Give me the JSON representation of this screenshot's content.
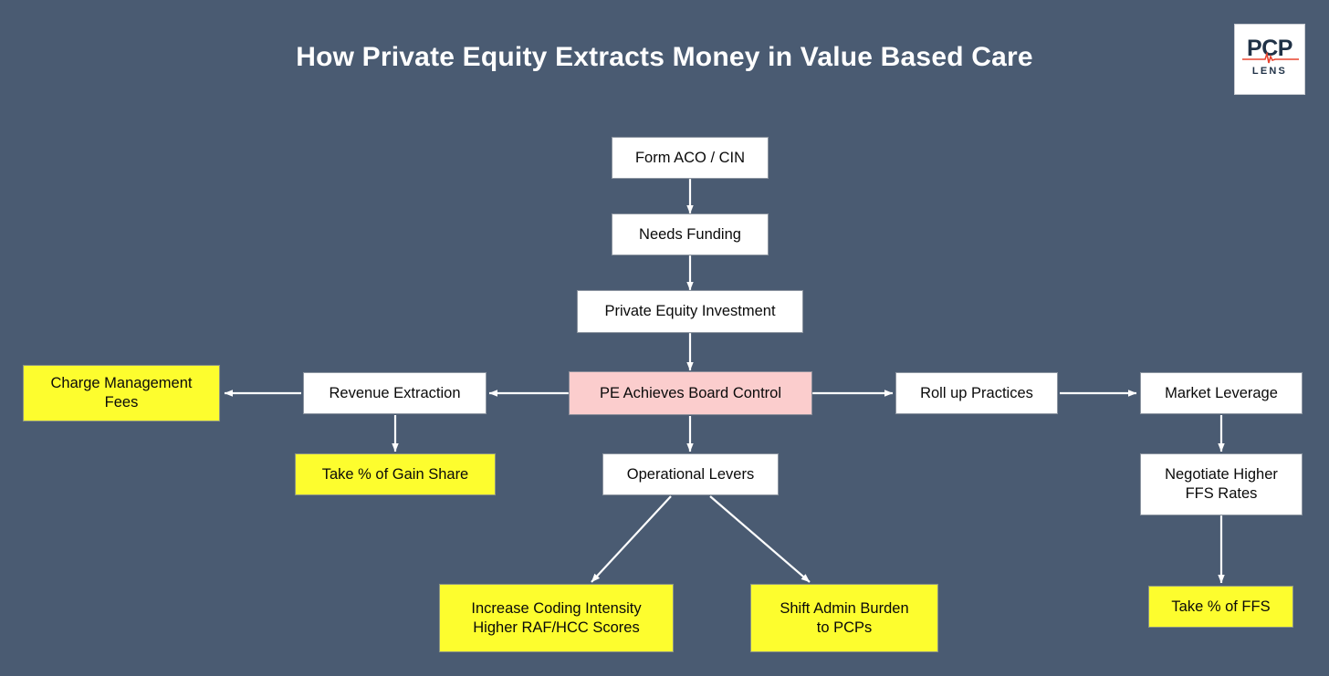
{
  "page": {
    "title": "How Private Equity Extracts Money in Value Based Care",
    "background_color": "#4a5b72"
  },
  "logo": {
    "name": "pcp-lens-logo",
    "primary_text": "PCP",
    "secondary_text": "LENS",
    "mark": "ekg-heartbeat-line",
    "text_color": "#1f3146",
    "accent_color": "#e8432e",
    "card_color": "#ffffff"
  },
  "colors": {
    "node_white": "#ffffff",
    "node_pink": "#fbcdcd",
    "node_yellow": "#fdfd2e",
    "arrow": "#ffffff",
    "text": "#0a0a0a"
  },
  "chart_data": {
    "type": "diagram",
    "title": "How Private Equity Extracts Money in Value Based Care",
    "nodes": [
      {
        "id": "form-aco-cin",
        "label": "Form ACO / CIN",
        "style": "white"
      },
      {
        "id": "needs-funding",
        "label": "Needs Funding",
        "style": "white"
      },
      {
        "id": "pe-investment",
        "label": "Private Equity Investment",
        "style": "white"
      },
      {
        "id": "pe-board-control",
        "label": "PE Achieves Board Control",
        "style": "pink"
      },
      {
        "id": "revenue-extraction",
        "label": "Revenue Extraction",
        "style": "white"
      },
      {
        "id": "charge-management-fees",
        "label": "Charge Management Fees",
        "style": "yellow"
      },
      {
        "id": "take-gain-share",
        "label": "Take % of Gain Share",
        "style": "yellow"
      },
      {
        "id": "operational-levers",
        "label": "Operational Levers",
        "style": "white"
      },
      {
        "id": "increase-coding-intensity",
        "label": "Increase Coding Intensity Higher RAF/HCC Scores",
        "style": "yellow"
      },
      {
        "id": "shift-admin-burden",
        "label": "Shift Admin Burden to PCPs",
        "style": "yellow"
      },
      {
        "id": "roll-up-practices",
        "label": "Roll up Practices",
        "style": "white"
      },
      {
        "id": "market-leverage",
        "label": "Market Leverage",
        "style": "white"
      },
      {
        "id": "negotiate-higher-ffs",
        "label": "Negotiate Higher FFS Rates",
        "style": "white"
      },
      {
        "id": "take-ffs",
        "label": "Take % of FFS",
        "style": "yellow"
      }
    ],
    "edges": [
      {
        "from": "form-aco-cin",
        "to": "needs-funding"
      },
      {
        "from": "needs-funding",
        "to": "pe-investment"
      },
      {
        "from": "pe-investment",
        "to": "pe-board-control"
      },
      {
        "from": "pe-board-control",
        "to": "revenue-extraction"
      },
      {
        "from": "revenue-extraction",
        "to": "charge-management-fees"
      },
      {
        "from": "revenue-extraction",
        "to": "take-gain-share"
      },
      {
        "from": "pe-board-control",
        "to": "operational-levers"
      },
      {
        "from": "operational-levers",
        "to": "increase-coding-intensity"
      },
      {
        "from": "operational-levers",
        "to": "shift-admin-burden"
      },
      {
        "from": "pe-board-control",
        "to": "roll-up-practices"
      },
      {
        "from": "roll-up-practices",
        "to": "market-leverage"
      },
      {
        "from": "market-leverage",
        "to": "negotiate-higher-ffs"
      },
      {
        "from": "negotiate-higher-ffs",
        "to": "take-ffs"
      }
    ]
  },
  "nodes": {
    "form_aco_cin": "Form ACO / CIN",
    "needs_funding": "Needs Funding",
    "pe_investment": "Private Equity Investment",
    "pe_board_control": "PE Achieves Board Control",
    "revenue_extraction": "Revenue Extraction",
    "charge_management_fees_line1": "Charge Management",
    "charge_management_fees_line2": "Fees",
    "take_gain_share": "Take % of Gain Share",
    "operational_levers": "Operational Levers",
    "increase_coding_line1": "Increase Coding Intensity",
    "increase_coding_line2": "Higher RAF/HCC Scores",
    "shift_admin_line1": "Shift Admin Burden",
    "shift_admin_line2": "to PCPs",
    "roll_up_practices": "Roll up Practices",
    "market_leverage": "Market Leverage",
    "negotiate_ffs_line1": "Negotiate Higher",
    "negotiate_ffs_line2": "FFS Rates",
    "take_ffs": "Take % of FFS"
  }
}
